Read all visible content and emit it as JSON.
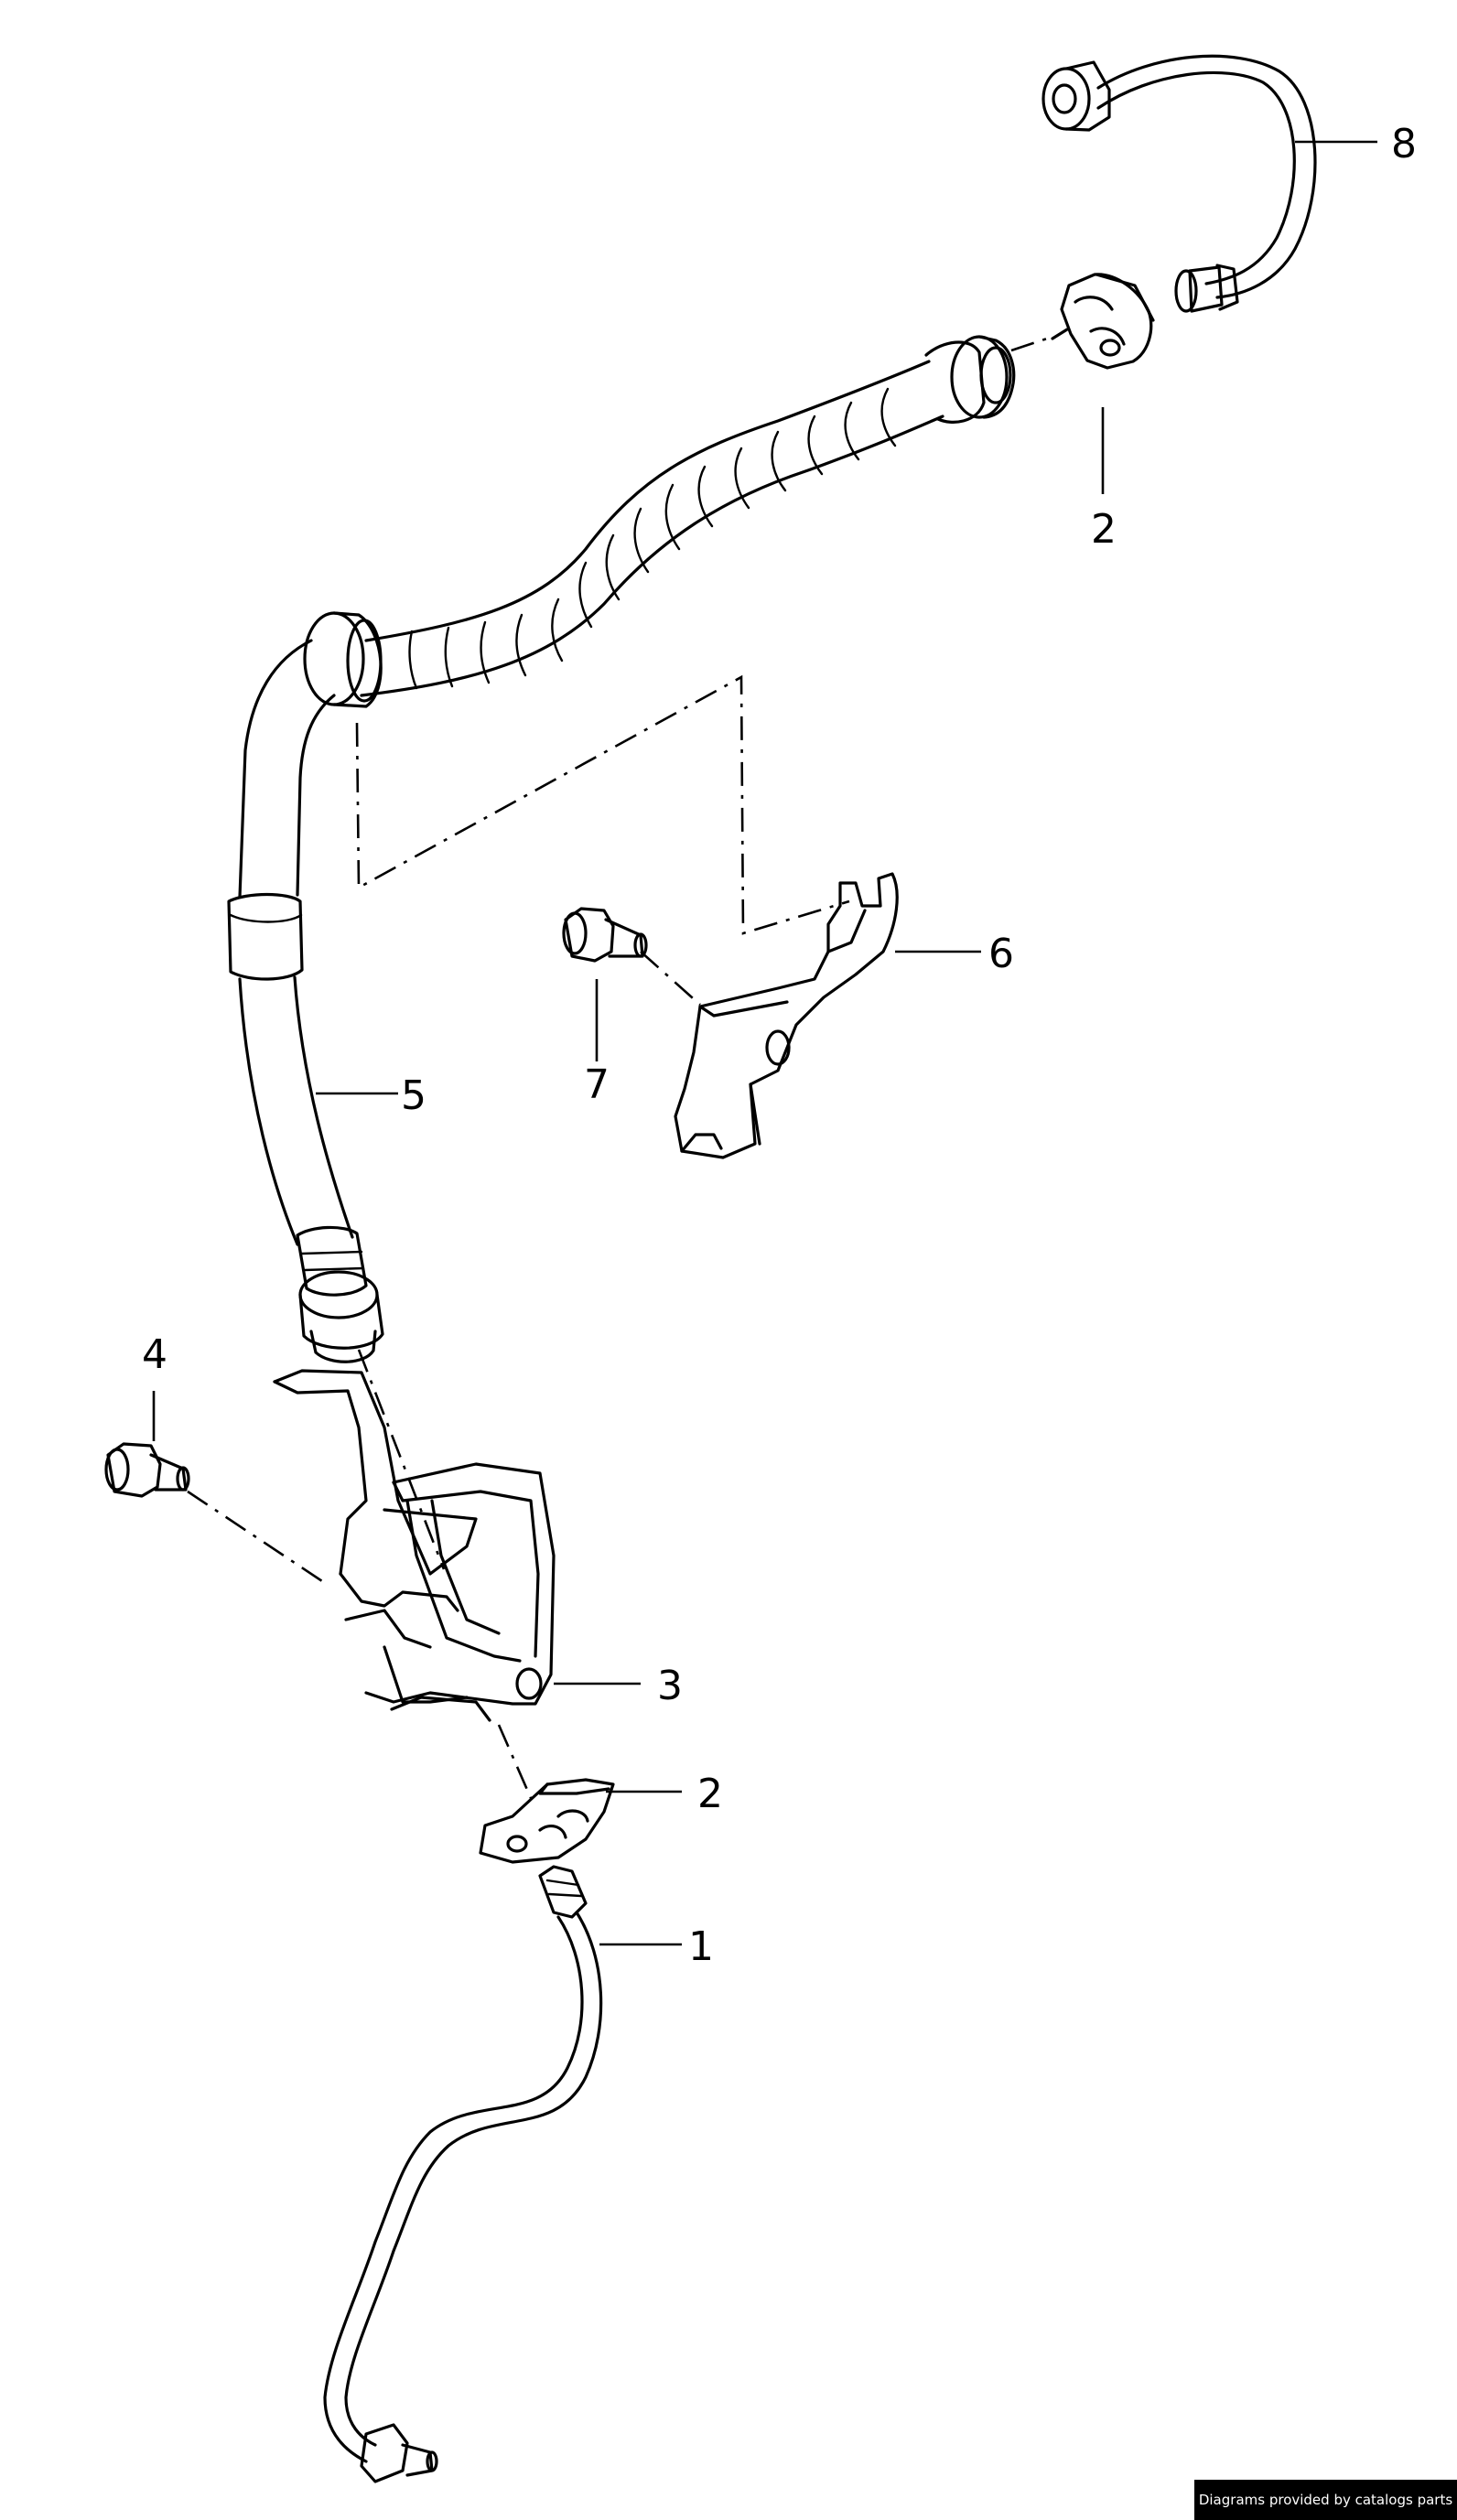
{
  "callouts": [
    {
      "id": "callout-8",
      "label": "8"
    },
    {
      "id": "callout-2-top",
      "label": "2"
    },
    {
      "id": "callout-6",
      "label": "6"
    },
    {
      "id": "callout-7",
      "label": "7"
    },
    {
      "id": "callout-5",
      "label": "5"
    },
    {
      "id": "callout-4",
      "label": "4"
    },
    {
      "id": "callout-3",
      "label": "3"
    },
    {
      "id": "callout-2-bottom",
      "label": "2"
    },
    {
      "id": "callout-1",
      "label": "1"
    }
  ],
  "credit": "Diagrams provided by catalogs parts"
}
